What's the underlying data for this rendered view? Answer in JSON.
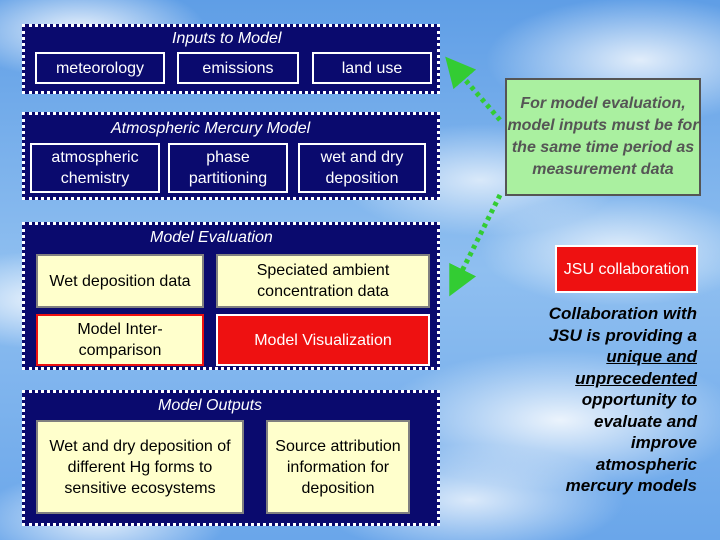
{
  "inputs": {
    "title": "Inputs to Model",
    "items": [
      "meteorology",
      "emissions",
      "land use"
    ]
  },
  "mercury_model": {
    "title": "Atmospheric Mercury Model",
    "items": [
      "atmospheric chemistry",
      "phase partitioning",
      "wet and dry deposition"
    ]
  },
  "evaluation": {
    "title": "Model Evaluation",
    "items": [
      "Wet deposition data",
      "Speciated ambient concentration data",
      "Model Inter-comparison",
      "Model Visualization"
    ]
  },
  "outputs": {
    "title": "Model Outputs",
    "items": [
      "Wet and dry deposition of different Hg forms to sensitive ecosystems",
      "Source attribution information for deposition"
    ]
  },
  "note": {
    "text": "For model evaluation, model inputs must be for the same time period as measurement data"
  },
  "jsu": {
    "label": "JSU collaboration",
    "text_parts": [
      "Collaboration with JSU is providing a",
      "unique and unprecedented",
      "opportunity to evaluate and improve atmospheric mercury models"
    ]
  },
  "colors": {
    "navy": "#0a0a6e",
    "pale_yellow": "#ffffcc",
    "red": "#ee1111",
    "green_note": "#aaf0a0",
    "arrow_green": "#33cc33"
  }
}
